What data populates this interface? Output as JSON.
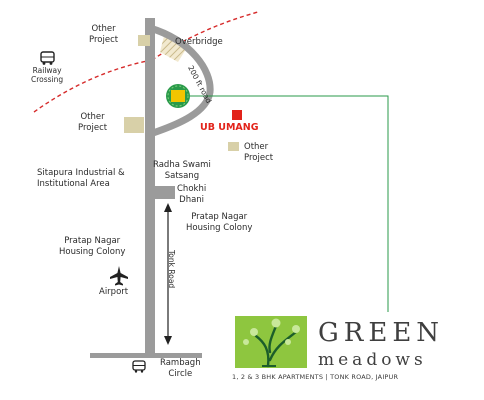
{
  "labels": {
    "other_project_1": [
      "Other",
      "Project"
    ],
    "overbridge": "Overbridge",
    "railway_crossing": [
      "Railway",
      "Crossing"
    ],
    "road_200ft": "200 ft road",
    "other_project_2": [
      "Other",
      "Project"
    ],
    "ub_umang": "UB UMANG",
    "other_project_3": [
      "Other",
      "Project"
    ],
    "sitapura": [
      "Sitapura Industrial &",
      "Institutional Area"
    ],
    "radha_swami": [
      "Radha Swami",
      "Satsang"
    ],
    "chokhi_dhani": [
      "Chokhi",
      "Dhani"
    ],
    "pratap_nagar_right": [
      "Pratap Nagar",
      "Housing Colony"
    ],
    "pratap_nagar_left": [
      "Pratap Nagar",
      "Housing Colony"
    ],
    "tonk_road": "Tonk Road",
    "airport": "Airport",
    "rambagh": [
      "Rambagh",
      "Circle"
    ]
  },
  "brand": {
    "word1": "GREEN",
    "word2": "meadows",
    "tagline": "1, 2 & 3 BHK APARTMENTS  |  TONK ROAD, JAIPUR"
  },
  "colors": {
    "road": "#9b9b9b",
    "rail": "#d62b2b",
    "green": "#2a9a4a",
    "project_box": "#d8d0a8",
    "ub_marker": "#e2231a",
    "logo_bg": "#8ec63f"
  },
  "icons": [
    "bus-icon",
    "airplane-icon",
    "tree-logo-icon",
    "arrow-up-icon",
    "arrow-down-icon"
  ]
}
